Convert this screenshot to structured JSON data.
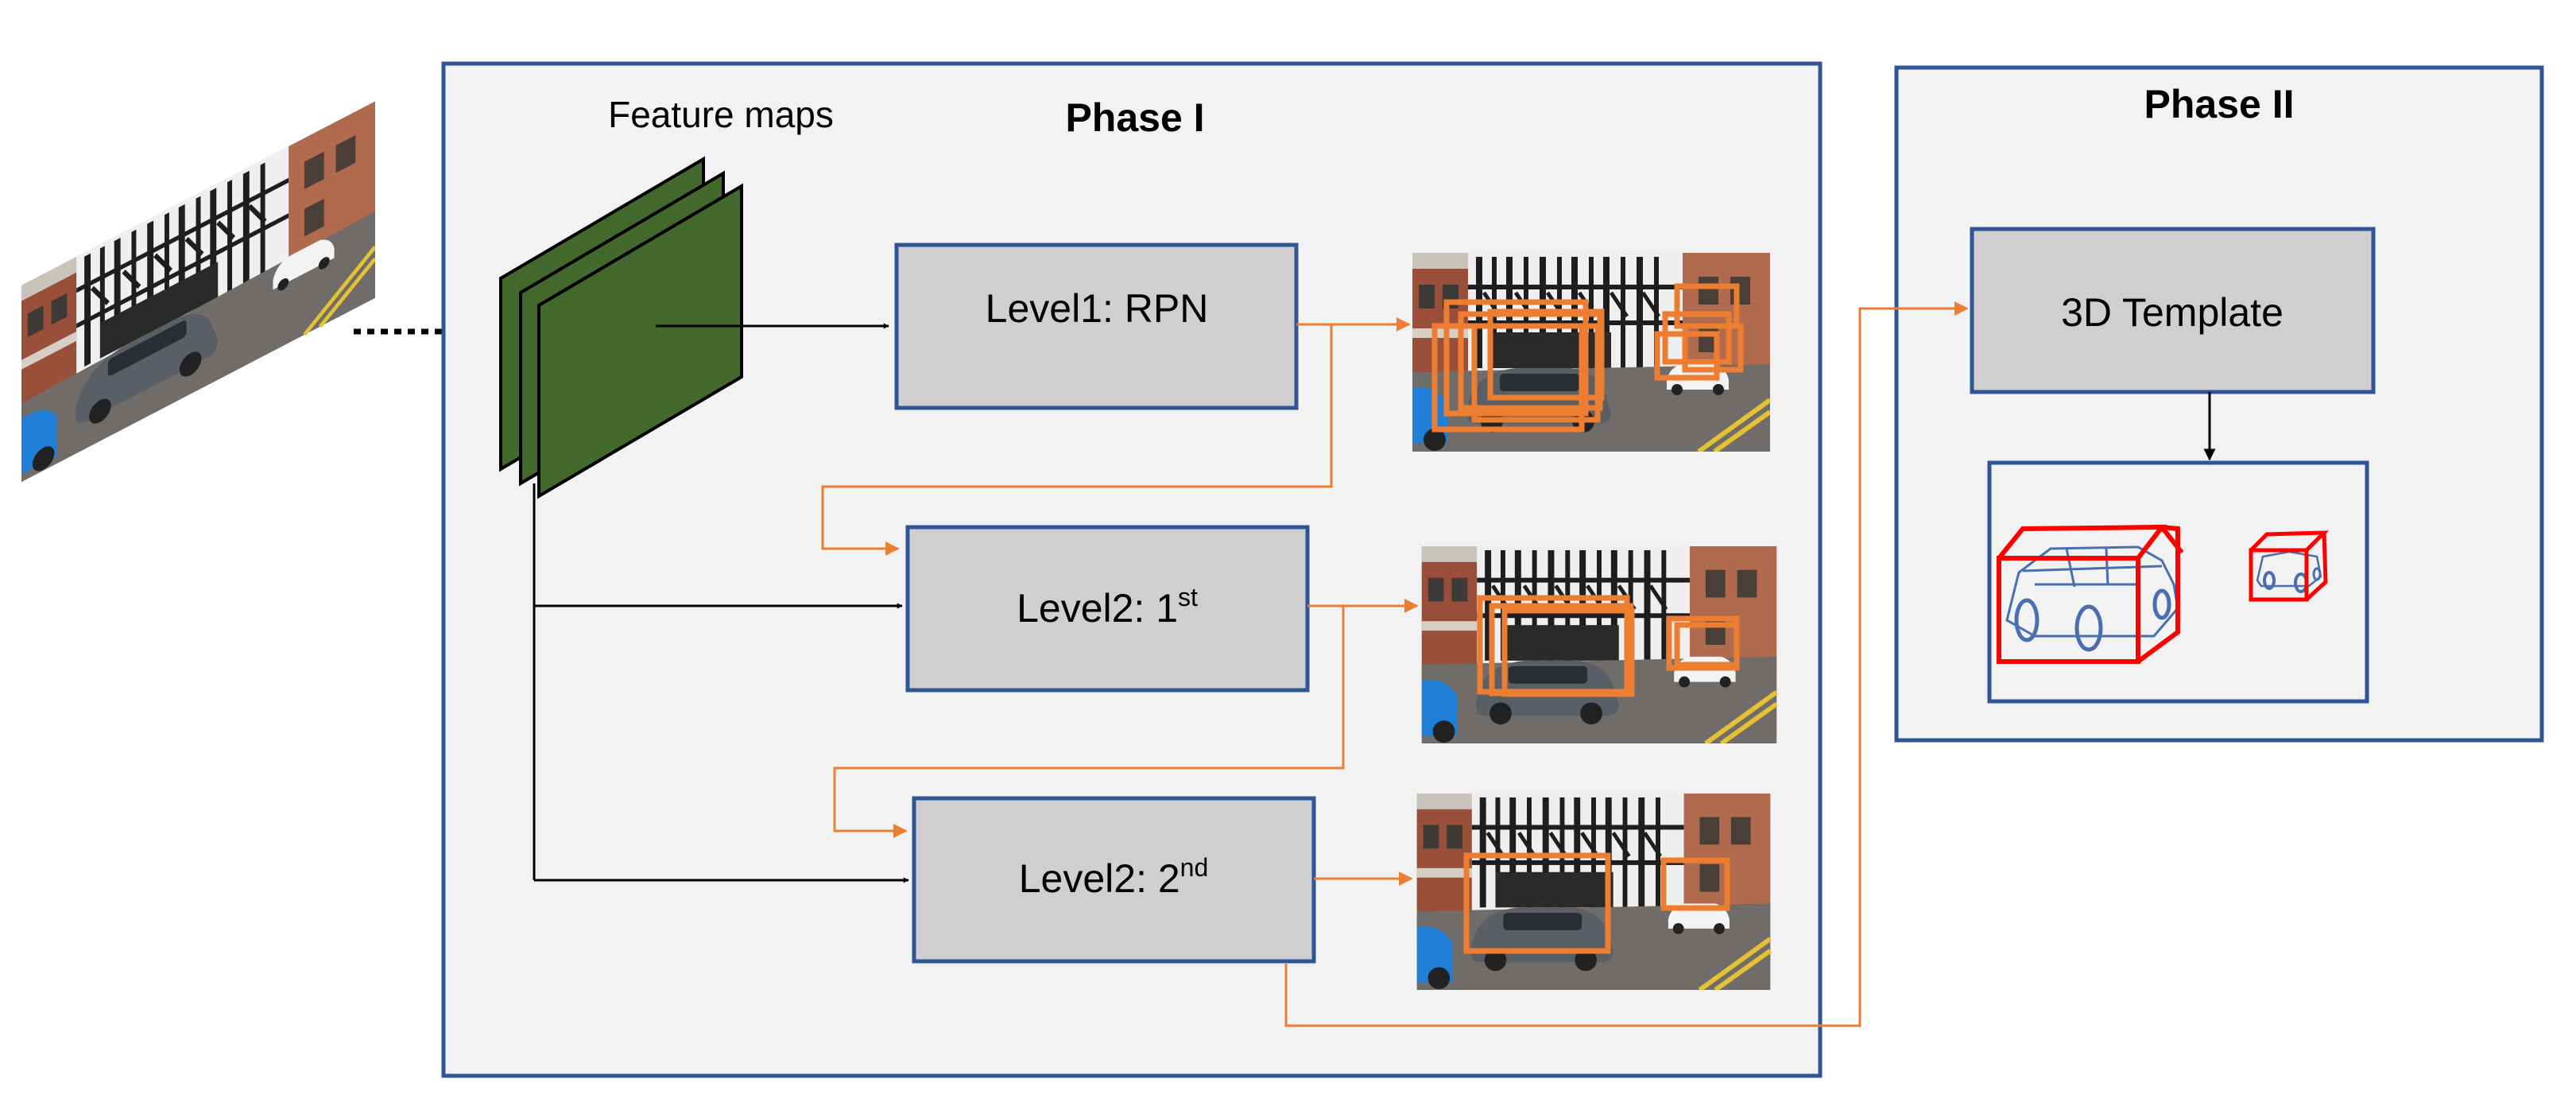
{
  "phase1": {
    "title": "Phase I"
  },
  "phase2": {
    "title": "Phase II"
  },
  "feature_maps": {
    "label": "Feature maps"
  },
  "levels": {
    "rpn": {
      "label": "Level1: RPN"
    },
    "first": {
      "label": "Level2: 1",
      "sup": "st"
    },
    "second": {
      "label": "Level2: 2",
      "sup": "nd"
    }
  },
  "template": {
    "label": "3D Template"
  },
  "colors": {
    "frame_blue": "#2f5597",
    "box_gray": "#d0cece",
    "panel_bg": "#f2f2f2",
    "feature_green": "#43682b",
    "orange": "#ed7d31",
    "detection_red": "#ff0000",
    "sketch_blue": "#4a6fb0"
  },
  "icons": {
    "input": "input-street-image-icon",
    "feature": "feature-maps-stack-icon",
    "cuboid": "3d-car-cuboid-icon"
  }
}
